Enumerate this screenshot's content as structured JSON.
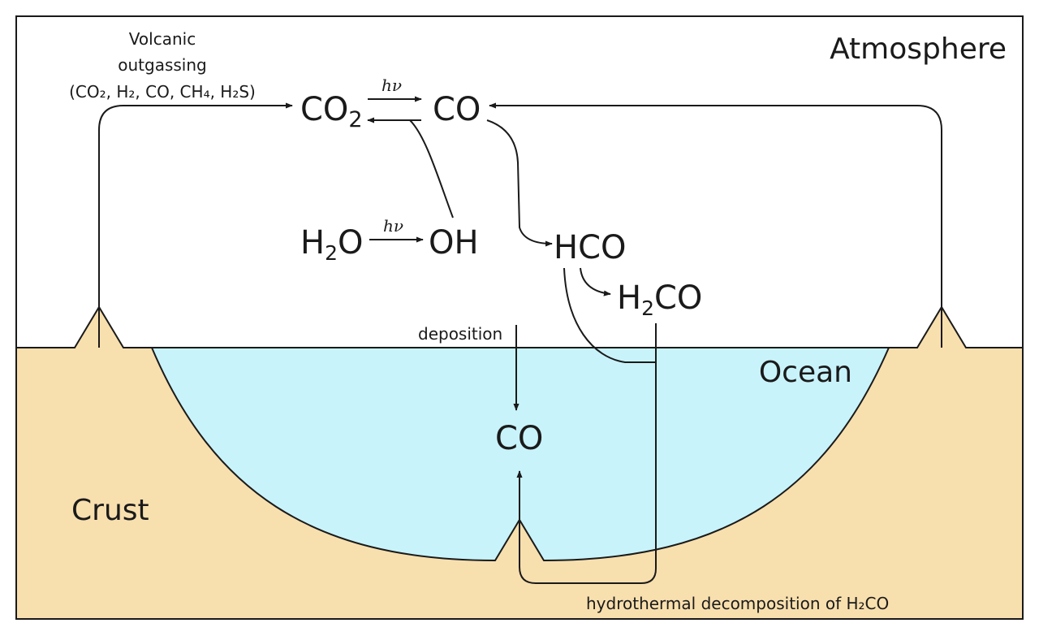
{
  "regions": {
    "atmosphere": "Atmosphere",
    "ocean": "Ocean",
    "crust": "Crust"
  },
  "species": {
    "co2": "CO",
    "co2_sub": "2",
    "co_atm": "CO",
    "h2o_h": "H",
    "h2o_sub": "2",
    "h2o_o": "O",
    "oh": "OH",
    "hco": "HCO",
    "h2co_h": "H",
    "h2co_sub": "2",
    "h2co_co": "CO",
    "co_ocean": "CO"
  },
  "labels": {
    "volcanic_line1": "Volcanic",
    "volcanic_line2": "outgassing",
    "volcanic_line3": "(CO₂, H₂, CO, CH₄, H₂S)",
    "hv_top": "hν",
    "hv_mid": "hν",
    "deposition": "deposition",
    "hydrothermal": "hydrothermal decomposition of H₂CO"
  },
  "colors": {
    "atmosphere": "#ffffff",
    "ocean": "#c8f3fb",
    "crust": "#f8dfae",
    "line": "#1a1a1a"
  }
}
